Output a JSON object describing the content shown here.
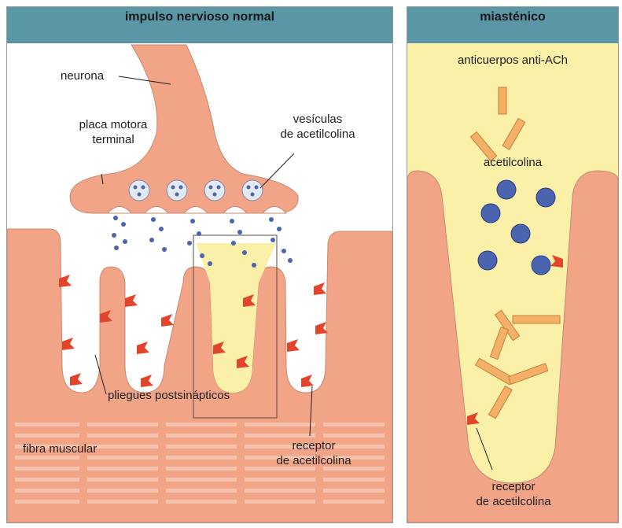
{
  "left_panel": {
    "header": "impulso nervioso normal",
    "labels": {
      "neurona": "neurona",
      "placa_line1": "placa motora",
      "placa_line2": "terminal",
      "vesiculas_line1": "vesículas",
      "vesiculas_line2": "de acetilcolina",
      "pliegues": "pliegues postsinápticos",
      "fibra": "fibra muscular",
      "receptor_line1": "receptor",
      "receptor_line2": "de acetilcolina"
    }
  },
  "right_panel": {
    "header": "miasténico",
    "labels": {
      "anticuerpos": "anticuerpos anti-ACh",
      "acetilcolina": "acetilcolina",
      "receptor_line1": "receptor",
      "receptor_line2": "de acetilcolina"
    }
  },
  "colors": {
    "header": "#5b96a6",
    "tissue": "#f2a487",
    "yellow": "#fbf0a8",
    "receptor": "#e2452b",
    "antibody": "#f5b068",
    "ach": "#4a64b0"
  }
}
